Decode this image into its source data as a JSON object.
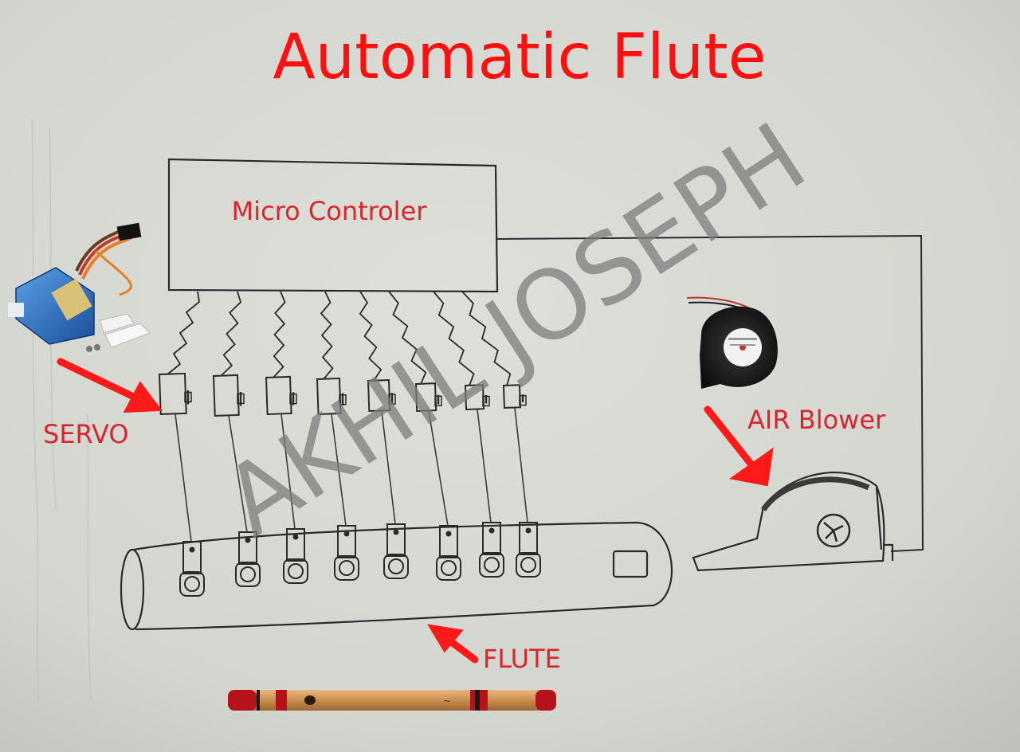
{
  "title": "Automatic Flute",
  "watermark": "AKHIL JOSEPH",
  "labels": {
    "controller": "Micro Controler",
    "servo": "SERVO",
    "blower": "AIR Blower",
    "flute": "FLUTE"
  },
  "colors": {
    "title": "#ff1010",
    "label": "#d8262c",
    "arrow": "#ff1a1a",
    "sketch": "#2a2a2a",
    "watermark": "#8a8a8a"
  },
  "servo_count": 8
}
